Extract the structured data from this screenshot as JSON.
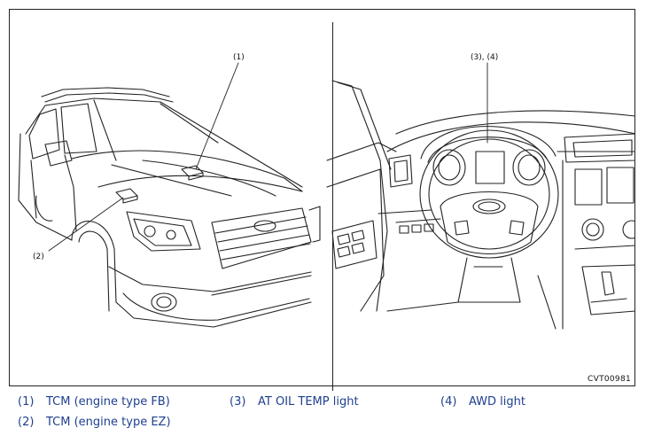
{
  "figure": {
    "code": "CVT00981",
    "callouts": {
      "left_1": "(1)",
      "left_2": "(2)",
      "right_34": "(3), (4)"
    }
  },
  "legend": [
    {
      "num": "(1)",
      "text": "TCM (engine type FB)"
    },
    {
      "num": "(3)",
      "text": "AT OIL TEMP light"
    },
    {
      "num": "(4)",
      "text": "AWD light"
    },
    {
      "num": "(2)",
      "text": "TCM (engine type EZ)"
    }
  ]
}
